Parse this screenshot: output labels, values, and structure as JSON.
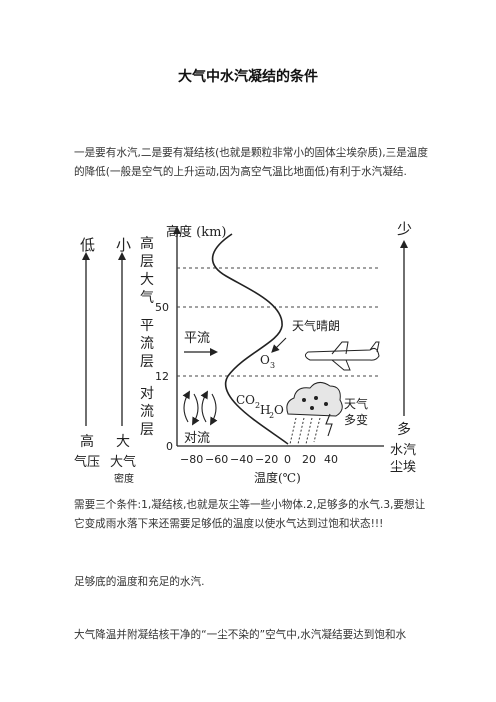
{
  "title": "大气中水汽凝结的条件",
  "paragraphs": [
    "一是要有水汽,二是要有凝结核(也就是颗粒非常小的固体尘埃杂质),三是温度的降低(一般是空气的上升运动,因为高空气温比地面低)有利于水汽凝结.",
    "需要三个条件:1,凝结核,也就是灰尘等一些小物体.2,足够多的水气.3,要想让它变成雨水落下来还需要足够低的温度以使水气达到过饱和状态!!!",
    "足够底的温度和充足的水汽.",
    "大气降温并附凝结核干净的“一尘不染的”空气中,水汽凝结要达到饱和水"
  ],
  "figure": {
    "left_scale": {
      "top": "低",
      "bottom_1": "高",
      "bottom_2": "气压"
    },
    "mid_scale": {
      "top": "小",
      "bottom_1": "大",
      "bottom_2": "大气",
      "bottom_3": "密度"
    },
    "right_scale": {
      "top": "少",
      "bottom_1": "多",
      "bottom_2": "水汽",
      "bottom_3": "尘埃"
    },
    "layers": {
      "upper": [
        "高",
        "层",
        "大",
        "气"
      ],
      "strato": [
        "平",
        "流",
        "层"
      ],
      "tropo": [
        "对",
        "流",
        "层"
      ]
    },
    "y_axis_label": "高度 (km)",
    "x_axis_label": "温度(℃)",
    "y_ticks": [
      "0",
      "12",
      "50"
    ],
    "x_ticks": [
      "−80",
      "−60",
      "−40",
      "−20",
      "0",
      "20",
      "40"
    ],
    "labels": {
      "pingliu": "平流",
      "duiliu": "对流",
      "qingliang": "天气晴朗",
      "o3": "O",
      "o3_sub": "3",
      "co2": "CO",
      "co2_sub": "2",
      "h2o_h": "H",
      "h2o_sub": "2",
      "h2o_o": "O",
      "weather_1": "天气",
      "weather_2": "多变"
    }
  }
}
